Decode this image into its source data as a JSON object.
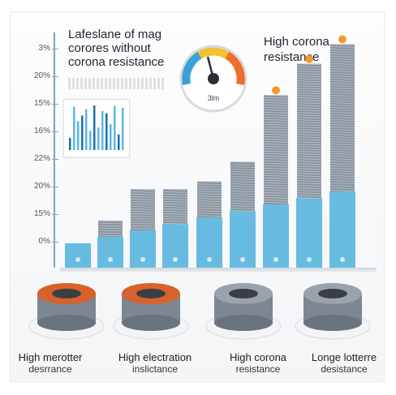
{
  "title_left": "Lafeslane of mag corores without corona resistance",
  "title_right": "High corona resistance",
  "gauge": {
    "readout": "3lm",
    "levels": [
      0.15,
      0.7
    ]
  },
  "axis_ticks": [
    "3%",
    "20%",
    "15%",
    "16%",
    "22%",
    "20%",
    "15%",
    "0%"
  ],
  "bars": {
    "levels": [
      0.07,
      0.12,
      0.2,
      0.2,
      0.22,
      0.27,
      0.44,
      0.52,
      0.57
    ],
    "colors": {
      "base": "#4fb0dc",
      "coil": "#8a95a0",
      "spark": "#f39a2c"
    }
  },
  "labels": [
    {
      "line1": "High merotter",
      "line2": "desrrance"
    },
    {
      "line1": "High electration",
      "line2": "inslictance"
    },
    {
      "line1": "High  corona",
      "line2": "resistance"
    },
    {
      "line1": "Longe lotterre",
      "line2": "desistance"
    }
  ],
  "icons": [
    "gauge-icon",
    "spark-icon",
    "copper-coil-icon",
    "wire-coil-icon"
  ]
}
